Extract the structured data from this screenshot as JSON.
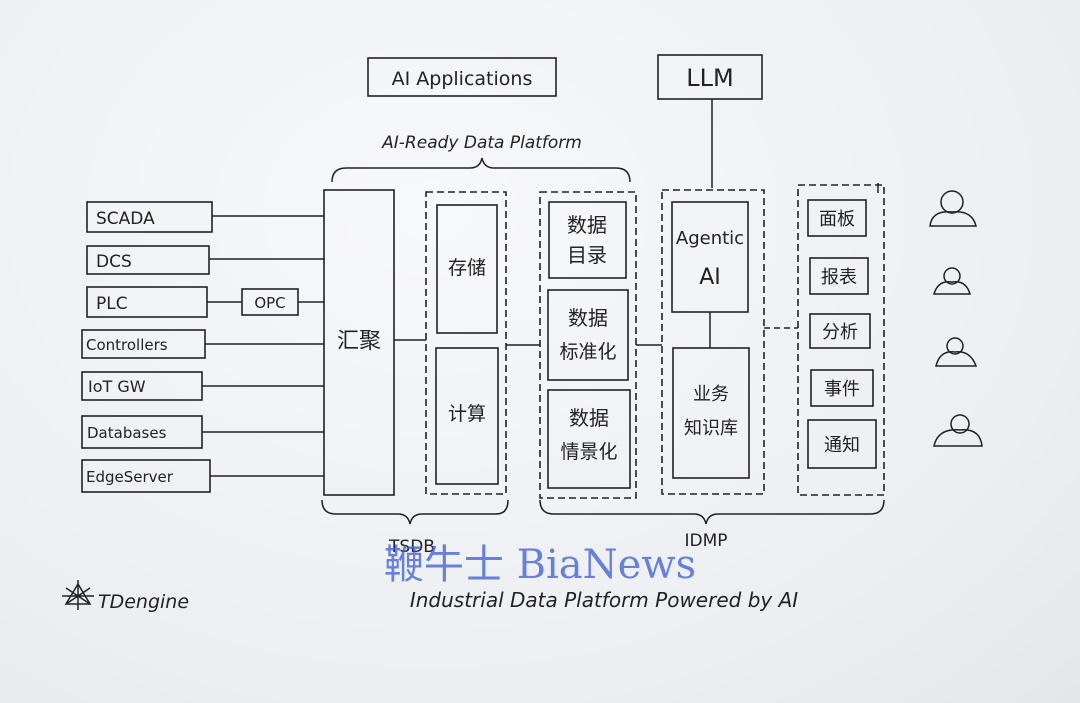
{
  "top": {
    "ai_applications": "AI Applications",
    "llm": "LLM",
    "platform_label": "AI-Ready Data Platform"
  },
  "sources": [
    "SCADA",
    "DCS",
    "PLC",
    "Controllers",
    "IoT GW",
    "Databases",
    "EdgeServer"
  ],
  "opc": "OPC",
  "tsdb": {
    "aggregate": "汇聚",
    "storage": "存储",
    "compute": "计算",
    "label": "TSDB"
  },
  "idmp": {
    "data_catalog": [
      "数据",
      "目录"
    ],
    "data_standardize": [
      "数据",
      "标准化"
    ],
    "data_context": [
      "数据",
      "情景化"
    ],
    "agentic": [
      "Agentic",
      "AI"
    ],
    "knowledge": [
      "业务",
      "知识库"
    ],
    "label": "IDMP"
  },
  "outputs": [
    "面板",
    "报表",
    "分析",
    "事件",
    "通知"
  ],
  "footer": {
    "logo": "TDengine",
    "caption": "Industrial Data Platform Powered by AI"
  },
  "watermark": "鞭牛士 BiaNews"
}
